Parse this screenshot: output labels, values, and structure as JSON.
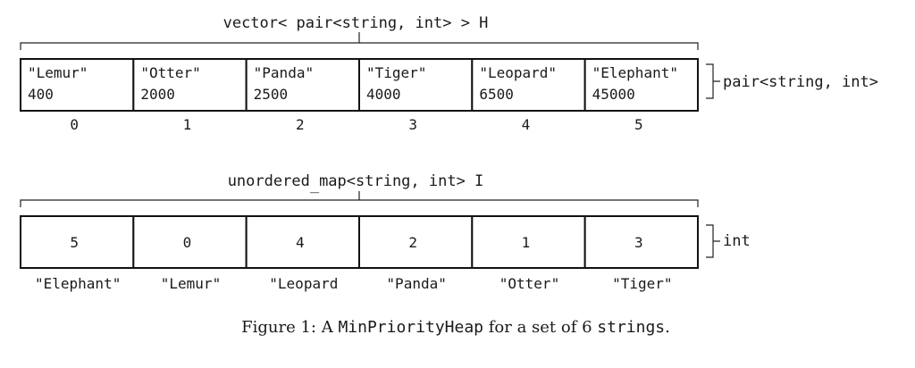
{
  "vector": {
    "title": "vector< pair<string, int> > H",
    "side_label": "pair<string, int>",
    "cells": [
      {
        "name": "\"Lemur\"",
        "value": "400"
      },
      {
        "name": "\"Otter\"",
        "value": "2000"
      },
      {
        "name": "\"Panda\"",
        "value": "2500"
      },
      {
        "name": "\"Tiger\"",
        "value": "4000"
      },
      {
        "name": "\"Leopard\"",
        "value": "6500"
      },
      {
        "name": "\"Elephant\"",
        "value": "45000"
      }
    ],
    "indices": [
      "0",
      "1",
      "2",
      "3",
      "4",
      "5"
    ]
  },
  "map": {
    "title_prefix": "unordered",
    "title_suffix": "map<string, int> I",
    "side_label": "int",
    "cells": [
      "5",
      "0",
      "4",
      "2",
      "1",
      "3"
    ],
    "keys": [
      "\"Elephant\"",
      "\"Lemur\"",
      "\"Leopard",
      "\"Panda\"",
      "\"Otter\"",
      "\"Tiger\""
    ]
  },
  "caption": {
    "prefix": "Figure 1: A ",
    "class_name": "MinPriorityHeap",
    "middle": " for a set of 6 ",
    "type_name": "strings",
    "suffix": "."
  }
}
